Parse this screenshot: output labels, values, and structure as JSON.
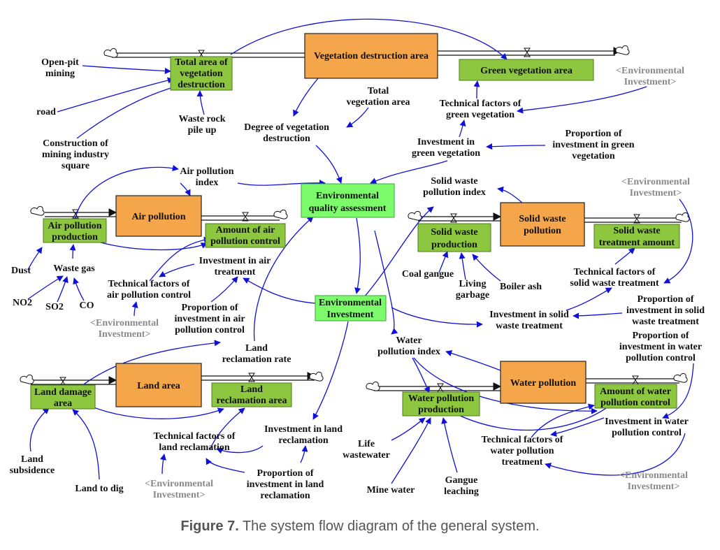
{
  "caption": {
    "label": "Figure 7.",
    "text": " The system flow diagram of the general system."
  },
  "stocks": {
    "vegetation_destruction": [
      "Vegetation destruction area"
    ],
    "air_pollution": [
      "Air pollution"
    ],
    "solid_waste_pollution": [
      "Solid waste",
      "pollution"
    ],
    "land_area": [
      "Land area"
    ],
    "water_pollution": [
      "Water pollution"
    ]
  },
  "rates": {
    "total_area_veg": [
      "Total area of",
      "vegetation",
      "destruction"
    ],
    "green_veg_area": [
      "Green vegetation area"
    ],
    "air_pollution_production": [
      "Air pollution",
      "production"
    ],
    "amount_air_control": [
      "Amount of air",
      "pollution control"
    ],
    "solid_waste_production": [
      "Solid waste",
      "production"
    ],
    "solid_waste_treatment": [
      "Solid waste",
      "treatment amount"
    ],
    "land_damage_area": [
      "Land damage",
      "area"
    ],
    "land_reclamation_area": [
      "Land",
      "reclamation area"
    ],
    "water_pollution_production": [
      "Water pollution",
      "production"
    ],
    "amount_water_control": [
      "Amount of water",
      "pollution control"
    ]
  },
  "highlight": {
    "env_quality": [
      "Environmental",
      "quality assessment"
    ],
    "env_investment": [
      "Environmental",
      "Investment"
    ]
  },
  "variables": {
    "open_pit": [
      "Open-pit",
      "mining"
    ],
    "road": [
      "road"
    ],
    "construction": [
      "Construction of",
      "mining industry",
      "square"
    ],
    "waste_rock": [
      "Waste rock",
      "pile up"
    ],
    "degree_veg": [
      "Degree of vegetation",
      "destruction"
    ],
    "total_veg_area": [
      "Total",
      "vegetation area"
    ],
    "tech_green": [
      "Technical factors of",
      "green vegetation"
    ],
    "invest_green": [
      "Investment in",
      "green vegetation"
    ],
    "prop_green": [
      "Proportion of",
      "investment in green",
      "vegetation"
    ],
    "air_index": [
      "Air pollution",
      "index"
    ],
    "solid_index": [
      "Solid waste",
      "pollution index"
    ],
    "dust": [
      "Dust"
    ],
    "waste_gas": [
      "Waste gas"
    ],
    "no2": [
      "NO2"
    ],
    "so2": [
      "SO2"
    ],
    "co": [
      "CO"
    ],
    "tech_air": [
      "Technical factors of",
      "air pollution control"
    ],
    "invest_air": [
      "Investment in air",
      "treatment"
    ],
    "prop_air": [
      "Proportion of",
      "investment in air",
      "pollution control"
    ],
    "coal_gangue": [
      "Coal gangue"
    ],
    "living_garbage": [
      "Living",
      "garbage"
    ],
    "boiler_ash": [
      "Boiler ash"
    ],
    "tech_solid": [
      "Technical factors of",
      "solid waste treatment"
    ],
    "invest_solid": [
      "Investment in solid",
      "waste treatment"
    ],
    "prop_solid": [
      "Proportion of",
      "investment in solid",
      "waste treatment"
    ],
    "prop_water": [
      "Proportion of",
      "investment in water",
      "pollution control"
    ],
    "land_recl_rate": [
      "Land",
      "reclamation rate"
    ],
    "water_index": [
      "Water",
      "pollution index"
    ],
    "tech_land": [
      "Technical factors of",
      "land reclamation"
    ],
    "invest_land": [
      "Investment in land",
      "reclamation"
    ],
    "prop_land": [
      "Proportion of",
      "investment in land",
      "reclamation"
    ],
    "land_subsidence": [
      "Land",
      "subsidence"
    ],
    "land_to_dig": [
      "Land to dig"
    ],
    "life_ww": [
      "Life",
      "wastewater"
    ],
    "mine_water": [
      "Mine water"
    ],
    "gangue_leach": [
      "Gangue",
      "leaching"
    ],
    "tech_water": [
      "Technical factors of",
      "water pollution",
      "treatment"
    ],
    "invest_water": [
      "Investment in water",
      "pollution control"
    ]
  },
  "shadows": {
    "env_inv_1": [
      "<Environmental",
      "Investment>"
    ],
    "env_inv_2": [
      "<Environmental",
      "Investment>"
    ],
    "env_inv_3": [
      "<Environmental",
      "Investment>"
    ],
    "env_inv_4": [
      "<Environmental",
      "Investment>"
    ],
    "env_inv_5": [
      "<Environmental",
      "Investment>"
    ]
  },
  "colors": {
    "stock": "#f5a54a",
    "rate": "#8dc63f",
    "assessment": "#7cfc6a",
    "link": "#1010d8",
    "shadow_text": "#8a8a8a"
  }
}
